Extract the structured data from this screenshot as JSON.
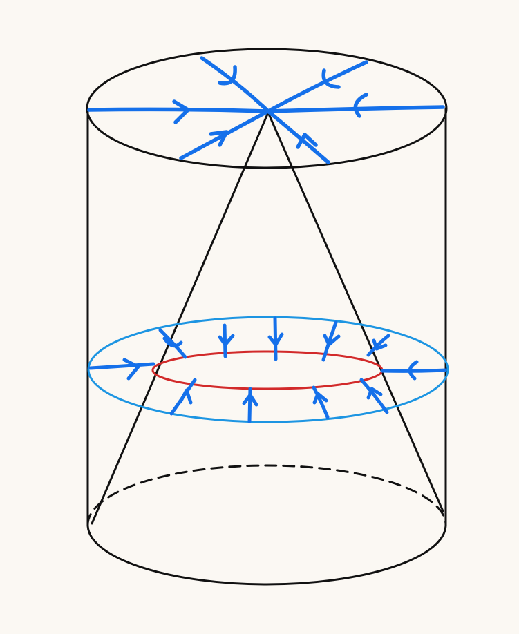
{
  "colors": {
    "background": "#fbf8f3",
    "outline": "#111111",
    "flow_lines": "#1570ea",
    "annulus_outline": "#1d95e2",
    "inner_circle": "#d22a2a"
  },
  "elements": {
    "cylinder": "cylinder-outline",
    "cone": "cone-outline",
    "top_disk_flow": "radial-flow-lines",
    "annulus_flow": "annulus-flow-lines",
    "inner_circle": "red-circle"
  }
}
